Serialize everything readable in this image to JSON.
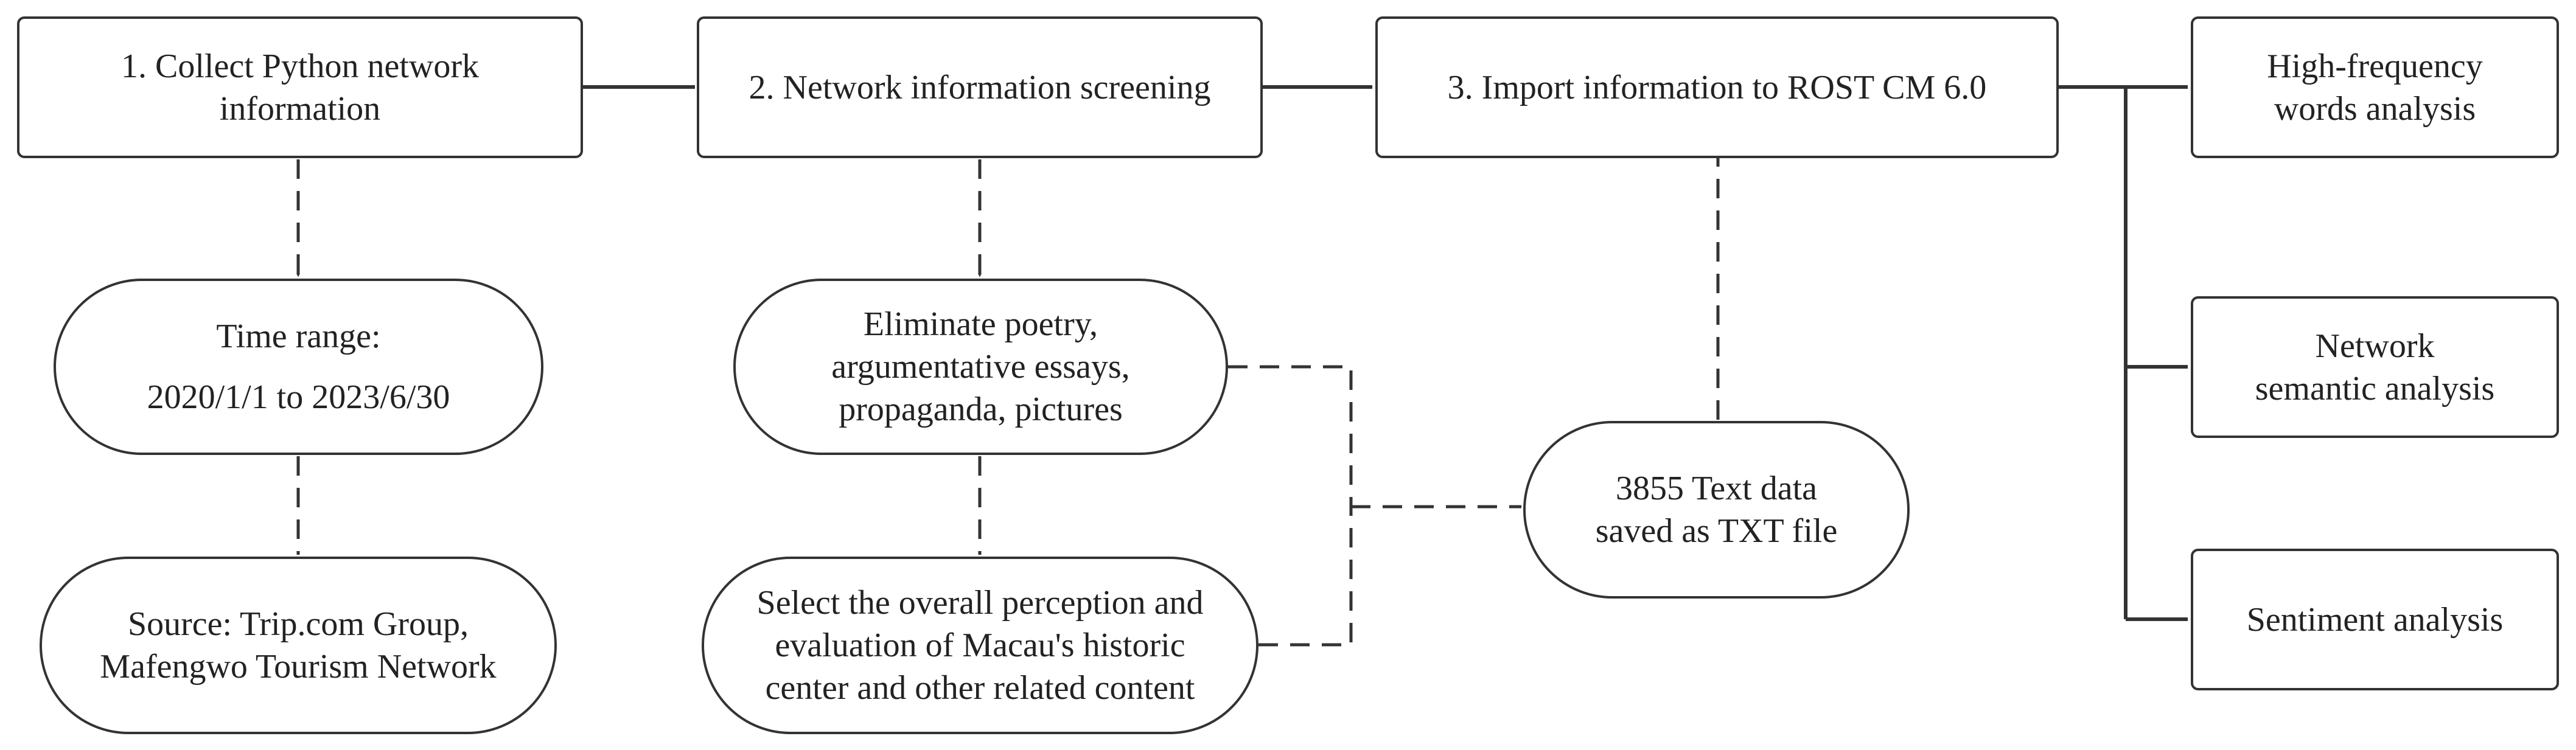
{
  "diagram": {
    "step1": {
      "lines": [
        "1. Collect Python network",
        "information"
      ]
    },
    "step2": {
      "lines": [
        "2. Network information screening"
      ]
    },
    "step3": {
      "lines": [
        "3. Import information to ROST CM 6.0"
      ]
    },
    "time_range": {
      "lines": [
        "Time range:",
        "2020/1/1 to 2023/6/30"
      ]
    },
    "source": {
      "lines": [
        "Source: Trip.com Group,",
        "Mafengwo Tourism Network"
      ]
    },
    "eliminate": {
      "lines": [
        "Eliminate poetry,",
        "argumentative essays,",
        "propaganda, pictures"
      ]
    },
    "select": {
      "lines": [
        "Select the overall perception and",
        "evaluation of Macau's historic",
        "center and other related content"
      ]
    },
    "text_data": {
      "lines": [
        "3855  Text data",
        "saved as TXT file"
      ]
    },
    "out_freq": {
      "lines": [
        "High-frequency",
        "words analysis"
      ]
    },
    "out_network": {
      "lines": [
        "Network",
        "semantic analysis"
      ]
    },
    "out_sentiment": {
      "lines": [
        "Sentiment analysis"
      ]
    }
  },
  "colors": {
    "stroke": "#333333",
    "background": "#ffffff",
    "text": "#222222"
  }
}
